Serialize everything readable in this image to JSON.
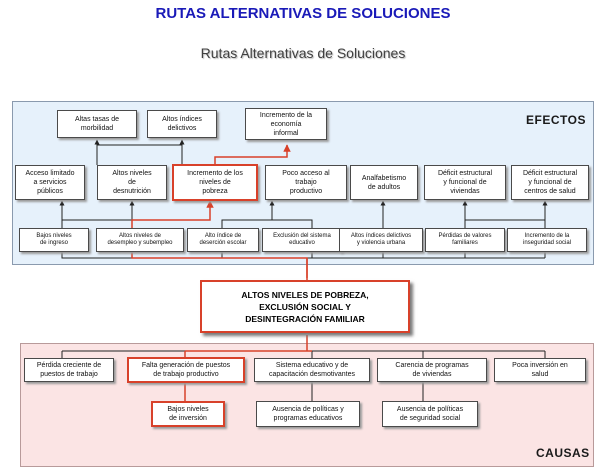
{
  "header": {
    "title": "RUTAS ALTERNATIVAS DE SOLUCIONES",
    "subtitle": "Rutas Alternativas de Soluciones"
  },
  "efectos": {
    "label": "EFECTOS",
    "top": [
      "Altas tasas de\nmorbilidad",
      "Altos índices\ndelictivos",
      "Incremento de la\neconomía\ninformal"
    ],
    "middle": [
      "Acceso limitado\na servicios\npúblicos",
      "Altos niveles\nde\ndesnutrición",
      "Incremento de los\nniveles de\npobreza",
      "Poco acceso al\ntrabajo\nproductivo",
      "Analfabetismo\nde adultos",
      "Déficit estructural\ny funcional de\nviviendas",
      "Déficit estructural\ny funcional de\ncentros de salud"
    ],
    "bottom": [
      "Bajos niveles\nde ingreso",
      "Altos niveles de\ndesempleo y subempleo",
      "Alto índice de\ndeserción escolar",
      "Exclusión del sistema\neducativo",
      "Altos índices delictivos\ny violencia urbana",
      "Pérdidas de valores\nfamiliares",
      "Incremento de la\ninseguridad social"
    ]
  },
  "core_problem": "ALTOS NIVELES DE POBREZA,\nEXCLUSIÓN SOCIAL Y\nDESINTEGRACIÓN FAMILIAR",
  "causas": {
    "label": "CAUSAS",
    "top": [
      "Pérdida creciente de\npuestos de trabajo",
      "Falta generación de puestos\nde trabajo productivo",
      "Sistema educativo y de\ncapacitación desmotivantes",
      "Carencia de programas\nde viviendas",
      "Poca inversión en\nsalud"
    ],
    "bottom": [
      "Bajos niveles\nde inversión",
      "Ausencia de políticas y\nprogramas educativos",
      "Ausencia de políticas\nde seguridad social"
    ]
  },
  "colors": {
    "title": "#1a1ab8",
    "highlight": "#d8412a",
    "efectos_panel": "#e6f1fb",
    "causas_panel": "#fbe4e4"
  }
}
